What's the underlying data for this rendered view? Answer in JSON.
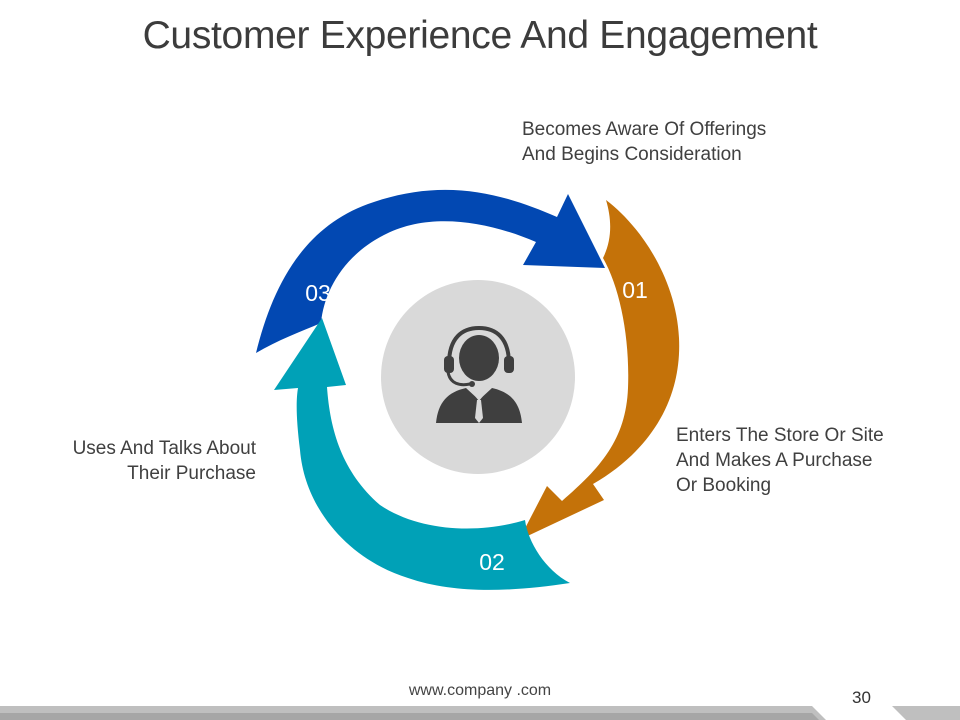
{
  "title": "Customer Experience And Engagement",
  "steps": [
    {
      "number": "01",
      "color": "#c47209",
      "lines": [
        "Becomes Aware Of Offerings",
        "And Begins Consideration"
      ]
    },
    {
      "number": "02",
      "color": "#00a1b7",
      "lines": [
        "Enters The Store Or Site",
        "And Makes A Purchase",
        "Or Booking"
      ]
    },
    {
      "number": "03",
      "color": "#0248b2",
      "lines": [
        "Uses And Talks About",
        "Their Purchase"
      ]
    }
  ],
  "center": {
    "icon": "customer-service-agent-icon",
    "circle_color": "#d9d9d9",
    "icon_color": "#3f3f3f"
  },
  "footer": {
    "url": "www.company .com",
    "page_number": "30"
  }
}
